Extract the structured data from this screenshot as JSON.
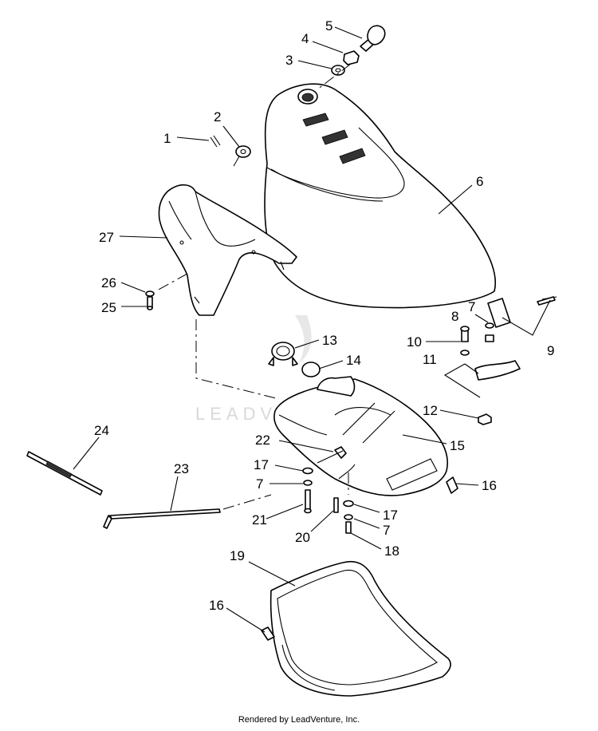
{
  "diagram": {
    "callouts": [
      "1",
      "2",
      "3",
      "4",
      "5",
      "6",
      "7",
      "8",
      "9",
      "10",
      "11",
      "12",
      "13",
      "14",
      "15",
      "16",
      "17",
      "18",
      "19",
      "20",
      "21",
      "22",
      "23",
      "24",
      "25",
      "26",
      "27"
    ],
    "watermark": "LEADVENTURE",
    "footer": "Rendered by LeadVenture, Inc."
  }
}
